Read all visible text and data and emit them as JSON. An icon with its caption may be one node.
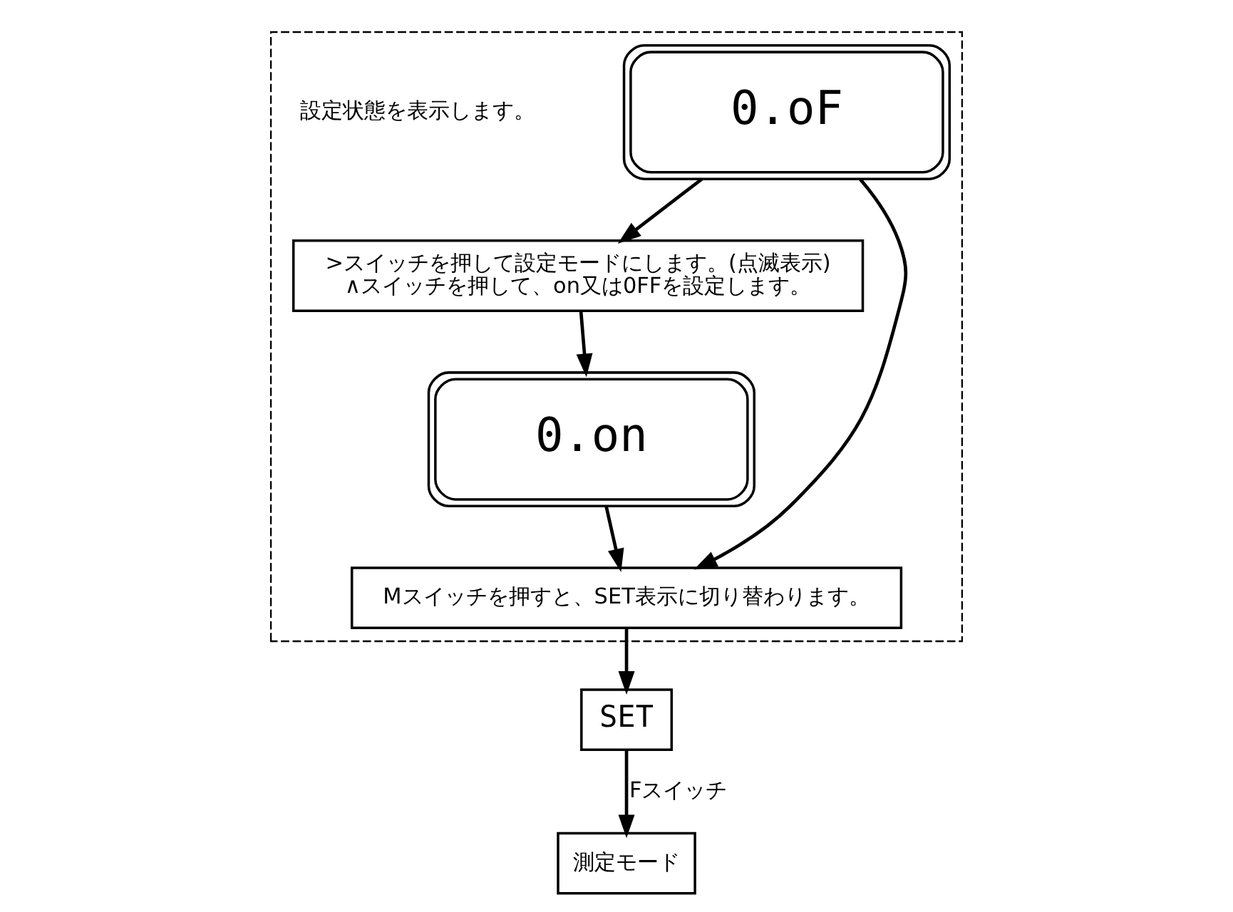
{
  "diagram": {
    "nodes": [
      {
        "text": [],
        "shape": "box"
      },
      {
        "text": [
          "0.oF"
        ],
        "in": 0
      },
      {
        "text": [
          ">スイッチを押して設定モードにします。(点滅表示)",
          "∧スイッチを押して、on又は0FFを設定します。"
        ],
        "in": 0
      },
      {
        "text": [
          "0.on"
        ],
        "in": 0
      },
      {
        "text": [
          "Mスイッチを押すと、SET表示に切り替わります。"
        ],
        "in": 0
      },
      {
        "text": [
          "SET"
        ]
      },
      {
        "text": [
          "測定モード"
        ]
      }
    ],
    "edges": [
      {
        "from": 1,
        "to": 2,
        "arrow": "to"
      },
      {
        "from": 2,
        "to": 3,
        "arrow": "to"
      },
      {
        "from": 3,
        "to": 4,
        "arrow": "to"
      },
      {
        "from": 1,
        "to": 4,
        "arrow": "to"
      },
      {
        "from": 4,
        "to": 5,
        "arrow": "to"
      },
      {
        "from": 5,
        "to": 6,
        "arrow": "to",
        "label": "Fスイッチ"
      }
    ],
    "labels": [
      "設定状態を表示します。"
    ]
  }
}
